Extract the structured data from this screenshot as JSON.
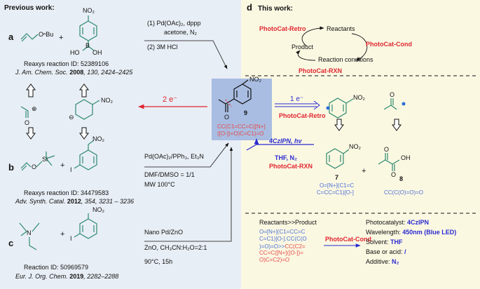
{
  "left": {
    "heading": "Previous work:",
    "a": {
      "label": "a",
      "reagent_alkene": "OⁿBu",
      "reagent_boronic_B": "B",
      "reagent_HO1": "HO",
      "reagent_OH": "OH",
      "nitro": "NO₂",
      "plus": "+",
      "cond1": "(1) Pd(OAc)₂, dppp",
      "cond2": "acetone, N₂",
      "cond3": "(2) 3M HCl",
      "reaxys": "Reaxys reaction ID: 52389106",
      "ref_journal": "J. Am. Chem. Soc.",
      "ref_year": "2008",
      "ref_rest": ", 130, 2424–2425"
    },
    "retro": {
      "acyl_O": "O",
      "acyl_plus": "⊕",
      "aryl_minus": "⊖",
      "nitro": "NO₂",
      "two_e": "2 e⁻"
    },
    "b": {
      "label": "b",
      "si": "Si",
      "o": "O",
      "iodo": "I",
      "nitro": "NO₂",
      "plus": "+",
      "cond1": "Pd(OAc)₂/PPh₃, Et₃N",
      "cond2": "DMF/DMSO = 1/1",
      "cond3": "MW 100°C",
      "reaxys": "Reaxys reaction ID: 34479583",
      "ref_journal": "Adv. Synth. Catal.",
      "ref_year": "2012",
      "ref_rest": ", 354, 3231 – 3236"
    },
    "c": {
      "label": "c",
      "n": "N",
      "iodo": "I",
      "nitro": "NO₂",
      "plus": "+",
      "cond1": "Nano Pd/ZnO",
      "cond2": "ZnO, CH₃CN:H₂O=2:1",
      "cond3": "90°C, 15h",
      "reaxys": "Reaction ID: 50969579",
      "ref_journal": "Eur. J. Org. Chem.",
      "ref_year": "2019",
      "ref_rest": ", 2282–2288"
    }
  },
  "center": {
    "compound_number": "9",
    "nitro": "NO₂",
    "o": "O",
    "smiles_line1": "CC(C1=CC=C([N+]",
    "smiles_line2": "([O-])=O)C=C1)=O"
  },
  "right": {
    "heading": "This work:",
    "panel_label": "d",
    "cycle": {
      "retro": "PhotoCat-Retro",
      "reactants": "Reactants",
      "product": "Product",
      "cond": "PhotoCat-Cond",
      "reaction_conditions": "Reaction conditions",
      "rxn": "PhotoCat-RXN"
    },
    "radical": {
      "one_e": "1 e⁻",
      "retro_label": "PhotoCat-Retro",
      "nitro": "NO₂",
      "o": "O"
    },
    "forward": {
      "cat": "4CzIPN, hv",
      "solv": "THF, N₂",
      "rxn": "PhotoCat-RXN",
      "plus": "+",
      "c7_number": "7",
      "c7_nitro": "NO₂",
      "c7_smiles1": "O=[N+](C1=C",
      "c7_smiles2": "C=CC=C1)[O-]",
      "c8_number": "8",
      "c8_OH": "OH",
      "c8_O1": "O",
      "c8_O2": "O",
      "c8_smiles": "CC(C(O)=O)=O"
    },
    "cond_box": {
      "title": "Reactants>>Product",
      "smiles_blue": [
        "O=[N+](C1=CC=C",
        "C=C1)[O-].CC(C(O",
        ")=O)=O>>"
      ],
      "smiles_red_inline": "CC(C2=",
      "smiles_red": [
        "CC=C([N+]([O-])=",
        "O)C=C2)=O"
      ],
      "arrow_label": "PhotoCat-Cond",
      "photocatalyst_label": "Photocatalyst: ",
      "photocatalyst_value": "4CzIPN",
      "wavelength_label": "Wavelength: ",
      "wavelength_value": "450nm (Blue LED)",
      "solvent_label": "Solvent: ",
      "solvent_value": "THF",
      "base_label": "Base or acid: ",
      "base_value": "/",
      "additive_label": "Additive: ",
      "additive_value": "N₂"
    }
  },
  "colors": {
    "left_bg": "#e8eef5",
    "right_bg": "#fbf8e2",
    "center_box": "#a9bde2",
    "red": "#e0262f",
    "blue": "#2a2ad0",
    "smiles_blue": "#4b6fd6"
  }
}
